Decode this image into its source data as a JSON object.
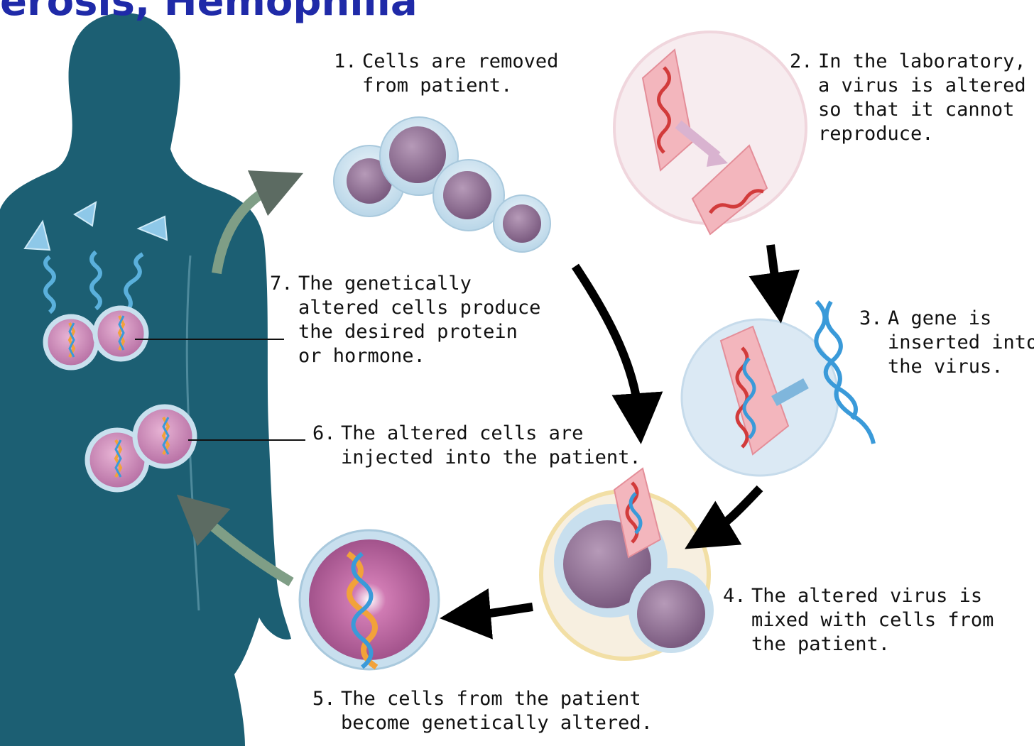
{
  "title": "erosis, Hemophilia",
  "steps": [
    {
      "num": "1.",
      "lines": [
        "Cells are removed",
        "from patient."
      ]
    },
    {
      "num": "2.",
      "lines": [
        "In the laboratory,",
        "a virus is altered",
        "so that it cannot",
        "reproduce."
      ]
    },
    {
      "num": "3.",
      "lines": [
        "A gene is",
        "inserted into",
        "the virus."
      ]
    },
    {
      "num": "4.",
      "lines": [
        "The altered virus is",
        "mixed with cells from",
        "the patient."
      ]
    },
    {
      "num": "5.",
      "lines": [
        "The cells from the patient",
        "become genetically altered."
      ]
    },
    {
      "num": "6.",
      "lines": [
        "The altered cells are",
        "injected into the patient."
      ]
    },
    {
      "num": "7.",
      "lines": [
        "The genetically",
        "altered cells produce",
        "the desired protein",
        "or hormone."
      ]
    }
  ],
  "colors": {
    "title": "#1f2aa8",
    "body": "#1c5f73",
    "cell_nucleus": "#8c6a8e",
    "cell_membrane": "#c7e0ef",
    "virus": "#f2b7b7",
    "gene": "#3a9ad9",
    "arrow": "#000000",
    "arrow_green": "#7f9e86"
  }
}
